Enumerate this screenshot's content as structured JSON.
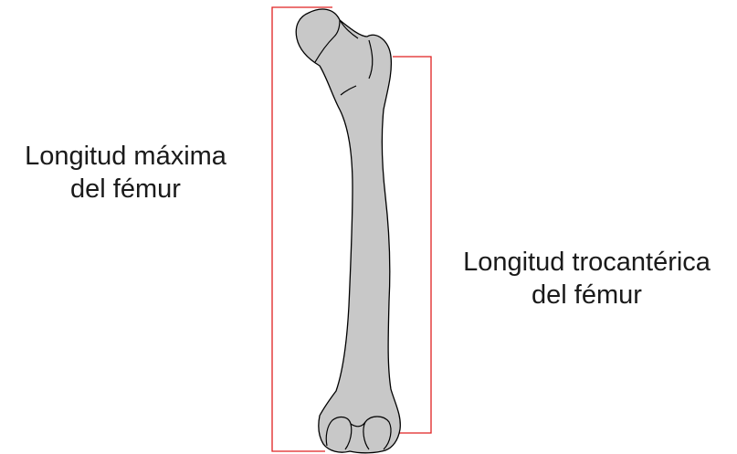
{
  "labels": {
    "max_length": {
      "line1": "Longitud máxima",
      "line2": "del fémur"
    },
    "trochanteric_length": {
      "line1": "Longitud trocantérica",
      "line2": "del fémur"
    }
  },
  "colors": {
    "bone_fill": "#c8c8c8",
    "bone_outline": "#000000",
    "measurement_bracket": "#e02020",
    "text": "#1a1a1a",
    "background": "#ffffff"
  }
}
